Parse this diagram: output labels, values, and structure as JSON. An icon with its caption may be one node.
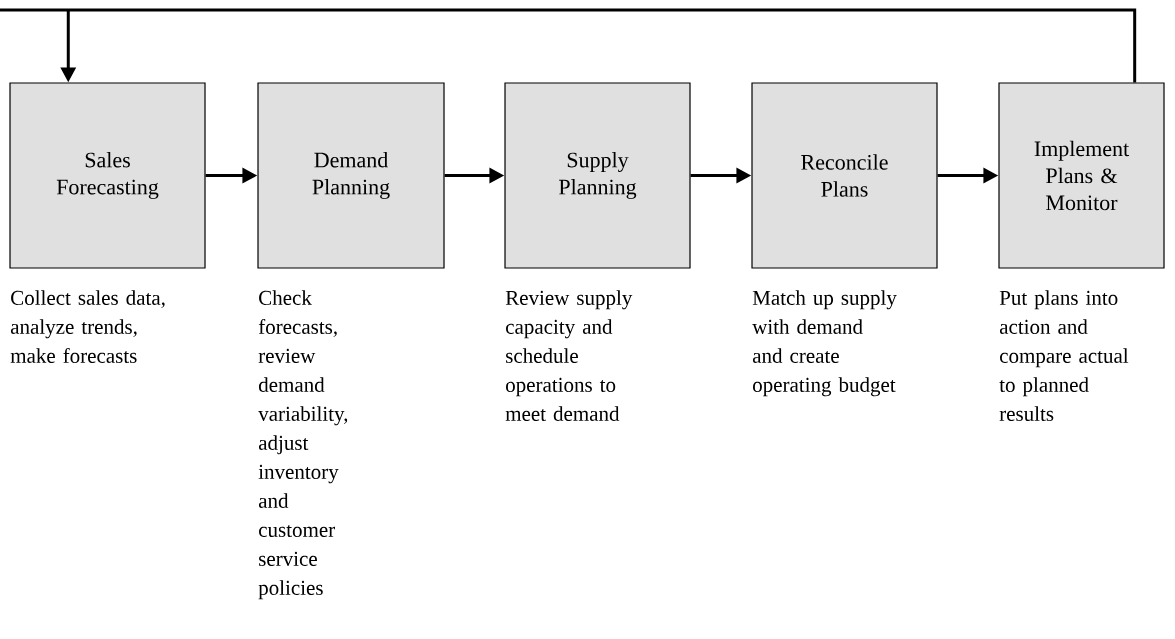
{
  "diagram": {
    "nodes": [
      {
        "text": [
          "Sales Forecasting"
        ],
        "beside": [
          "Collect sales data, analyze trends, make forecasts"
        ]
      },
      {
        "text": [
          "Demand Planning"
        ],
        "beside": [
          "Check forecasts, review demand variability, adjust inventory and customer service policies"
        ]
      },
      {
        "text": [
          "Supply Planning"
        ],
        "beside": [
          "Review supply capacity and schedule operations to meet demand"
        ]
      },
      {
        "text": [
          "Reconcile Plans"
        ],
        "beside": [
          "Match up supply with demand and create operating budget"
        ]
      },
      {
        "text": [
          "Implement Plans & Monitor"
        ],
        "beside": [
          "Put plans into action and compare actual to planned results"
        ]
      }
    ],
    "edges": [
      {
        "from": 0,
        "to": 1,
        "arrow": "to"
      },
      {
        "from": 1,
        "to": 2,
        "arrow": "to"
      },
      {
        "from": 2,
        "to": 3,
        "arrow": "to"
      },
      {
        "from": 3,
        "to": 4,
        "arrow": "to"
      },
      {
        "from": 4,
        "to": 0,
        "arrow": "to"
      }
    ]
  }
}
